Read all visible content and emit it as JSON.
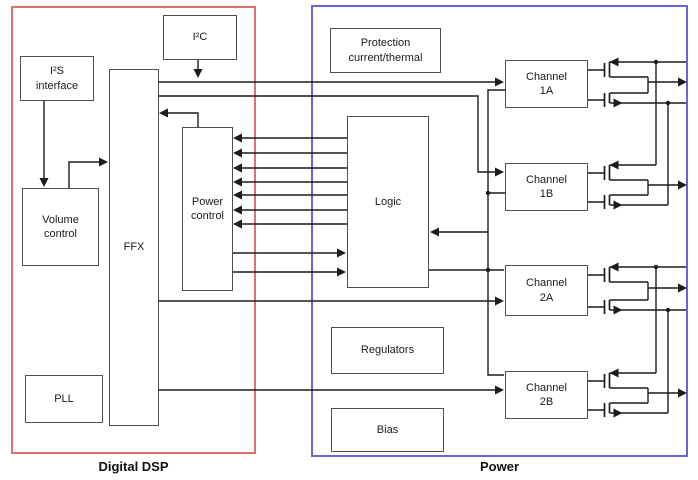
{
  "diagram": {
    "regions": {
      "dsp": {
        "label": "Digital DSP",
        "border_color": "#e0716e"
      },
      "power": {
        "label": "Power",
        "border_color": "#6565d8"
      }
    },
    "blocks": {
      "i2s": {
        "label": "I²S\ninterface"
      },
      "i2c": {
        "label": "I²C"
      },
      "volume": {
        "label": "Volume\ncontrol"
      },
      "ffx": {
        "label": "FFX"
      },
      "pll": {
        "label": "PLL"
      },
      "power_control": {
        "label": "Power\ncontrol"
      },
      "protection": {
        "label": "Protection\ncurrent/thermal"
      },
      "logic": {
        "label": "Logic"
      },
      "regulators": {
        "label": "Regulators"
      },
      "bias": {
        "label": "Bias"
      },
      "channel_1a": {
        "label": "Channel\n1A"
      },
      "channel_1b": {
        "label": "Channel\n1B"
      },
      "channel_2a": {
        "label": "Channel\n2A"
      },
      "channel_2b": {
        "label": "Channel\n2B"
      }
    },
    "colors": {
      "line": "#1c1c1c",
      "block_border": "#4f4f4f",
      "dsp_border": "#e0716e",
      "power_border": "#6565d8",
      "background": "#ffffff"
    },
    "connections": [
      {
        "from": "I²S interface",
        "to": "Volume control"
      },
      {
        "from": "Volume control",
        "to": "FFX"
      },
      {
        "from": "I²C",
        "to": "FFX output bus"
      },
      {
        "from": "Power control",
        "to": "FFX"
      },
      {
        "from": "Logic",
        "to": "Power control",
        "lines": 7
      },
      {
        "from": "Power control",
        "to": "Logic",
        "lines": 2
      },
      {
        "from": "FFX",
        "to": "Channel 1A"
      },
      {
        "from": "FFX",
        "to": "Channel 1B"
      },
      {
        "from": "FFX",
        "to": "Channel 2A"
      },
      {
        "from": "FFX",
        "to": "Channel 2B"
      },
      {
        "from": "Logic",
        "to": "Channel 2A"
      },
      {
        "from": "Channel 1A / 1B / 2B",
        "to": "Logic",
        "note": "feedback rail"
      },
      {
        "from": "Channel output stages",
        "to": "external outputs",
        "lines": 4,
        "note": "each channel drives a MOSFET half-bridge with supply-in, output-out and ground lines"
      }
    ]
  }
}
